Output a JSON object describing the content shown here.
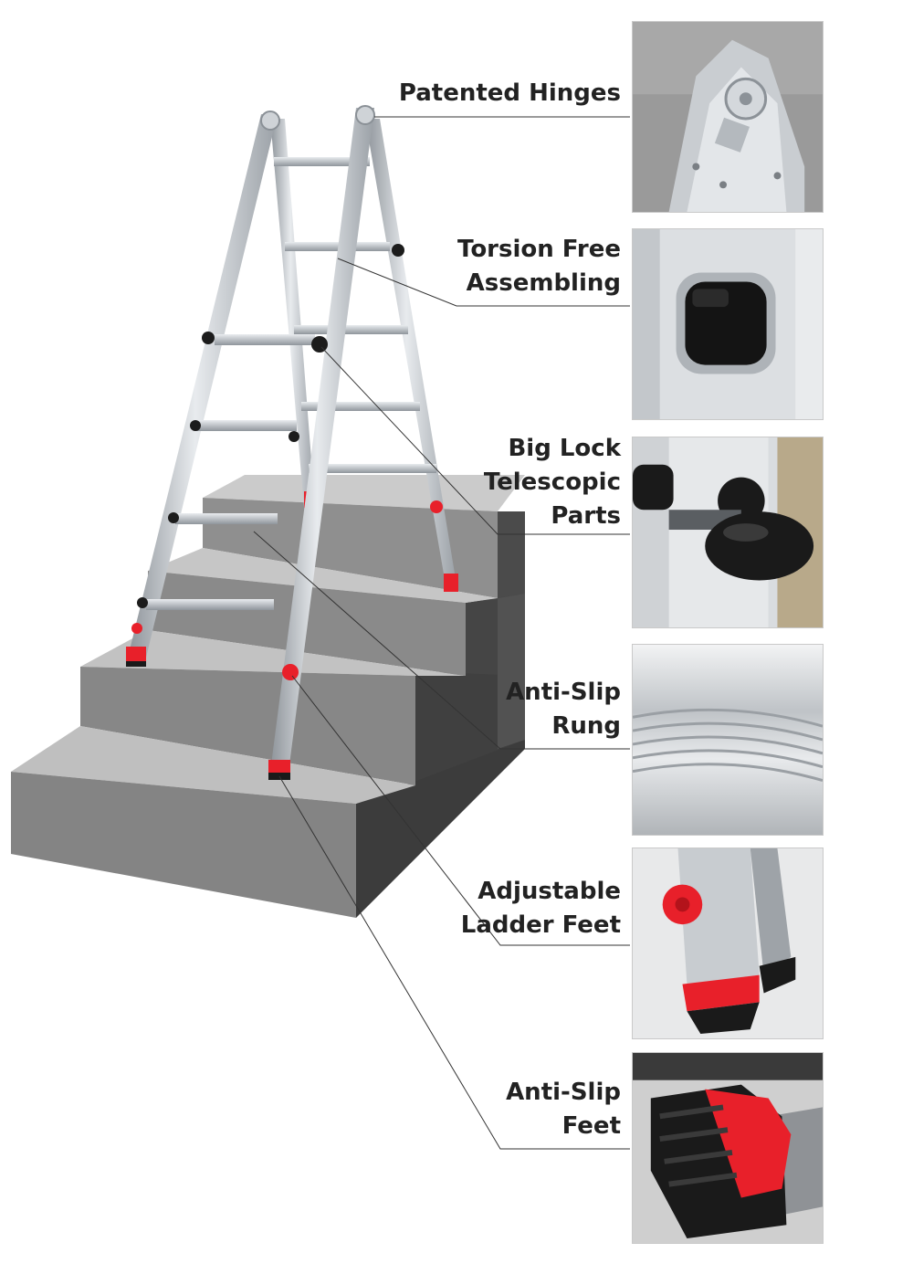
{
  "features": [
    {
      "lines": [
        "Patented Hinges"
      ],
      "icon": "hinge-icon"
    },
    {
      "lines": [
        "Torsion Free",
        "Assembling"
      ],
      "icon": "rung-hole-icon"
    },
    {
      "lines": [
        "Big Lock",
        "Telescopic",
        "Parts"
      ],
      "icon": "lock-knob-icon"
    },
    {
      "lines": [
        "Anti-Slip",
        "Rung"
      ],
      "icon": "ribbed-rung-icon"
    },
    {
      "lines": [
        "Adjustable",
        "Ladder Feet"
      ],
      "icon": "adjustable-foot-icon"
    },
    {
      "lines": [
        "Anti-Slip",
        "Feet"
      ],
      "icon": "rubber-foot-icon"
    }
  ],
  "colors": {
    "stair_top": "#c8c8c8",
    "stair_front": "#8a8a8a",
    "stair_side": "#4a4a4a",
    "aluminum": "#c4c8cc",
    "foot_red": "#e8202a",
    "text": "#222222"
  }
}
